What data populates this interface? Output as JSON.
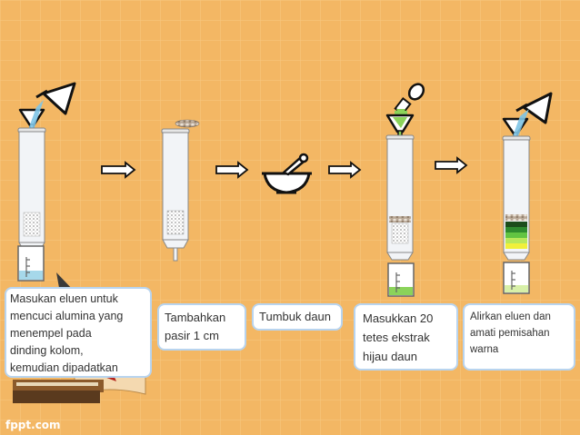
{
  "steps": [
    {
      "id": 1,
      "caption": "Masukan eluen untuk\nmencuci alumina yang\nmenempel pada\ndinding kolom,\nkemudian dipadatkan"
    },
    {
      "id": 2,
      "caption": "Tambahkan\npasir 1 cm"
    },
    {
      "id": 3,
      "caption": "Tumbuk daun"
    },
    {
      "id": 4,
      "caption": "Masukkan 20\ntetes ekstrak\nhijau daun"
    },
    {
      "id": 5,
      "caption": "Alirkan eluen dan\namati pemisahan\nwarna"
    }
  ],
  "footer": {
    "brand": "fppt.com"
  },
  "colors": {
    "background": "#f3b764",
    "column_glass": "#f2f4f7",
    "eluent": "#7ec4e6",
    "extract": "#8bd35a",
    "caption_border": "#b8d4ef"
  },
  "band_colors": [
    "#1b4d1b",
    "#2e8b2e",
    "#62c442",
    "#b8e85a",
    "#f0f03a"
  ]
}
